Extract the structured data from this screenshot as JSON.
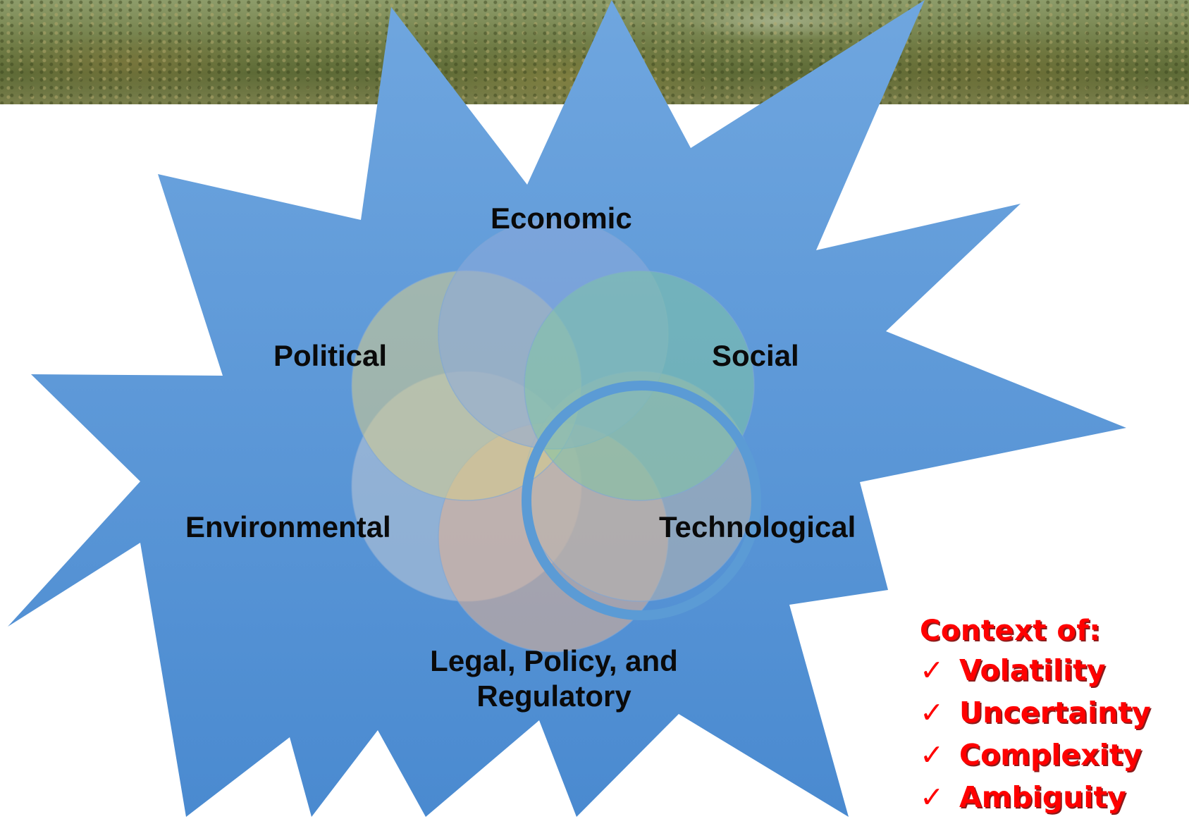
{
  "diagram": {
    "segments": [
      {
        "key": "economic",
        "label": "Economic",
        "color": "#8eaadb"
      },
      {
        "key": "political",
        "label": "Political",
        "color": "#d6cc8c"
      },
      {
        "key": "social",
        "label": "Social",
        "color": "#7fc4a4"
      },
      {
        "key": "environmental",
        "label": "Environmental",
        "color": "#bfc9d6"
      },
      {
        "key": "technological",
        "label": "Technological",
        "color": "#b9b4ad"
      },
      {
        "key": "legal",
        "label": "Legal, Policy, and Regulatory",
        "color": "#e3b08f"
      }
    ],
    "star_color": "#5b9bd5",
    "focus_ring_color": "#5b9bd5"
  },
  "context": {
    "title": "Context of:",
    "check_symbol": "✓",
    "items": [
      "Volatility",
      "Uncertainty",
      "Complexity",
      "Ambiguity"
    ],
    "text_color": "#ff0000"
  }
}
